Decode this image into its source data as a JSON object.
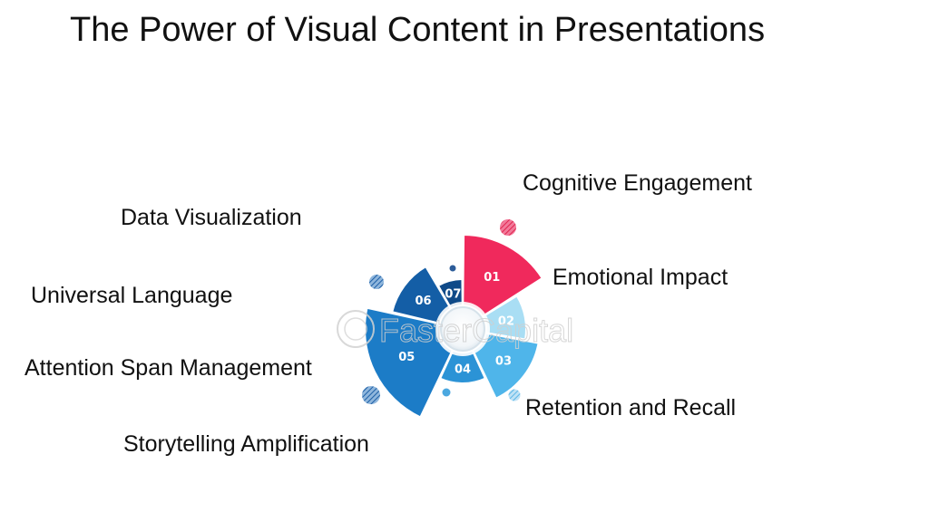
{
  "title": "The Power of Visual Content in Presentations",
  "watermark": "FasterCapital",
  "segments": [
    {
      "number": "01",
      "label": "Cognitive Engagement",
      "color": "#f0295c"
    },
    {
      "number": "02",
      "label": "Emotional Impact",
      "color": "#a9def4"
    },
    {
      "number": "03",
      "label": "Retention and Recall",
      "color": "#4fb5ea"
    },
    {
      "number": "04",
      "label": "Storytelling Amplification",
      "color": "#2b93d6"
    },
    {
      "number": "05",
      "label": "Attention Span Management",
      "color": "#1c7cc7"
    },
    {
      "number": "06",
      "label": "Universal Language",
      "color": "#145ea6"
    },
    {
      "number": "07",
      "label": "Data Visualization",
      "color": "#0f4a88"
    }
  ],
  "labels": {
    "cognitive": "Cognitive Engagement",
    "emotional": "Emotional Impact",
    "retention": "Retention and Recall",
    "storytelling": "Storytelling Amplification",
    "attention": "Attention Span Management",
    "universal": "Universal Language",
    "dataviz": "Data Visualization"
  }
}
